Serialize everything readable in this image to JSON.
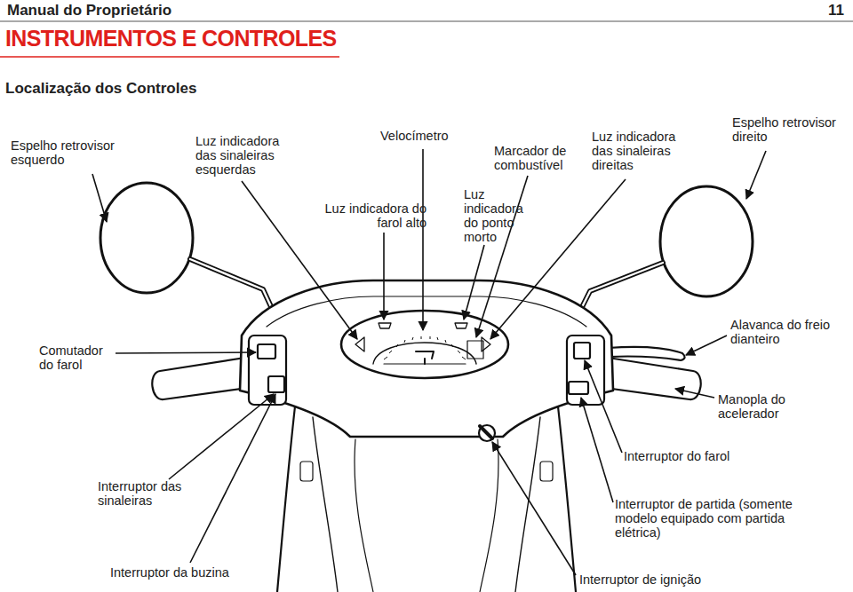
{
  "diagram": {
    "labels": [
      "Manual do Proprietário",
      "11",
      "INSTRUMENTOS E CONTROLES",
      "Localização dos Controles",
      "Espelho retrovisor esquerdo",
      "Luz indicadora das sinaleiras esquerdas",
      "Velocímetro",
      "Marcador de combustível",
      "Luz indicadora das sinaleiras direitas",
      "Espelho retrovisor direito",
      "Luz indicadora do farol alto",
      "Luz indicadora do ponto morto",
      "Comutador do farol",
      "Alavanca do freio dianteiro",
      "Manopla do acelerador",
      "Interruptor do farol",
      "Interruptor das sinaleiras",
      "Interruptor de partida (somente modelo equipado com partida elétrica)",
      "Interruptor da buzina",
      "Interruptor de ignição"
    ]
  }
}
